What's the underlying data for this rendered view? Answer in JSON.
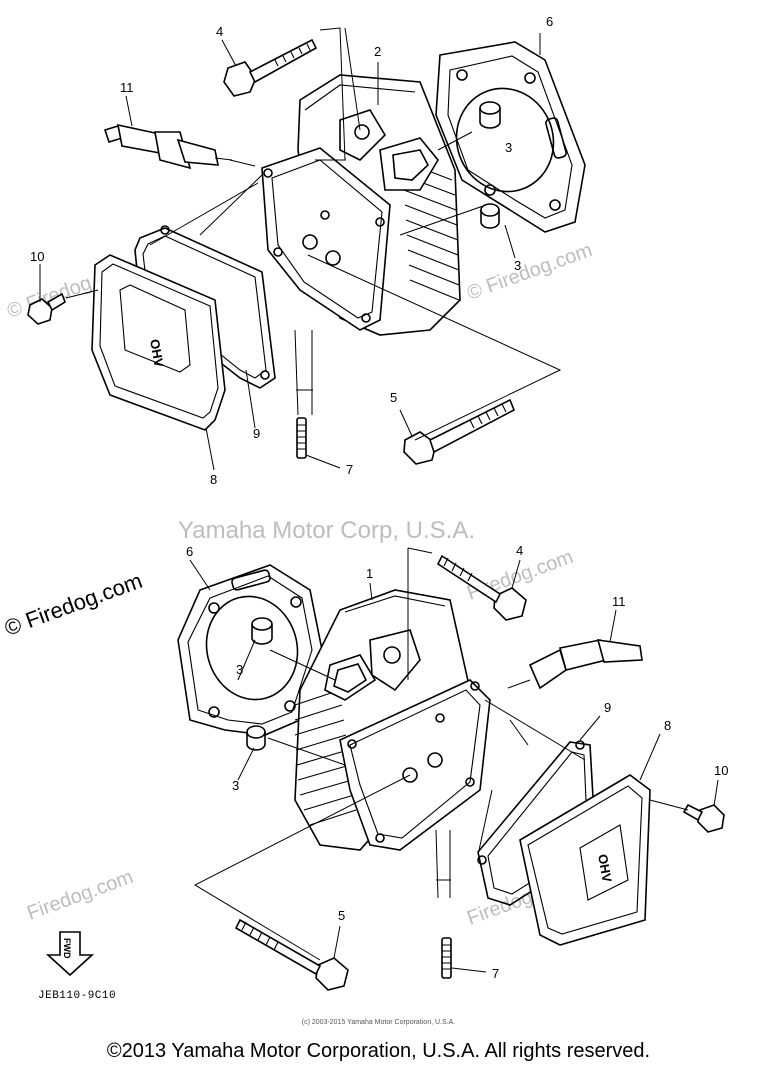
{
  "watermarks": {
    "center": "Yamaha Motor Corp, U.S.A.",
    "firedog_long": "© Firedog.com",
    "firedog_short": "Firedog.com"
  },
  "callouts": {
    "c1": "1",
    "c2": "2",
    "c3": "3",
    "c4": "4",
    "c5": "5",
    "c6": "6",
    "c7": "7",
    "c8": "8",
    "c9": "9",
    "c10": "10",
    "c11": "11"
  },
  "fwd_label": "FWD",
  "diagram_code": "JEB110-9C10",
  "copyright_small": "(c) 2003-2015 Yamaha Motor Corporation, U.S.A.",
  "copyright": "©2013 Yamaha Motor Corporation, U.S.A. All rights reserved.",
  "cover_logo": "OHV"
}
